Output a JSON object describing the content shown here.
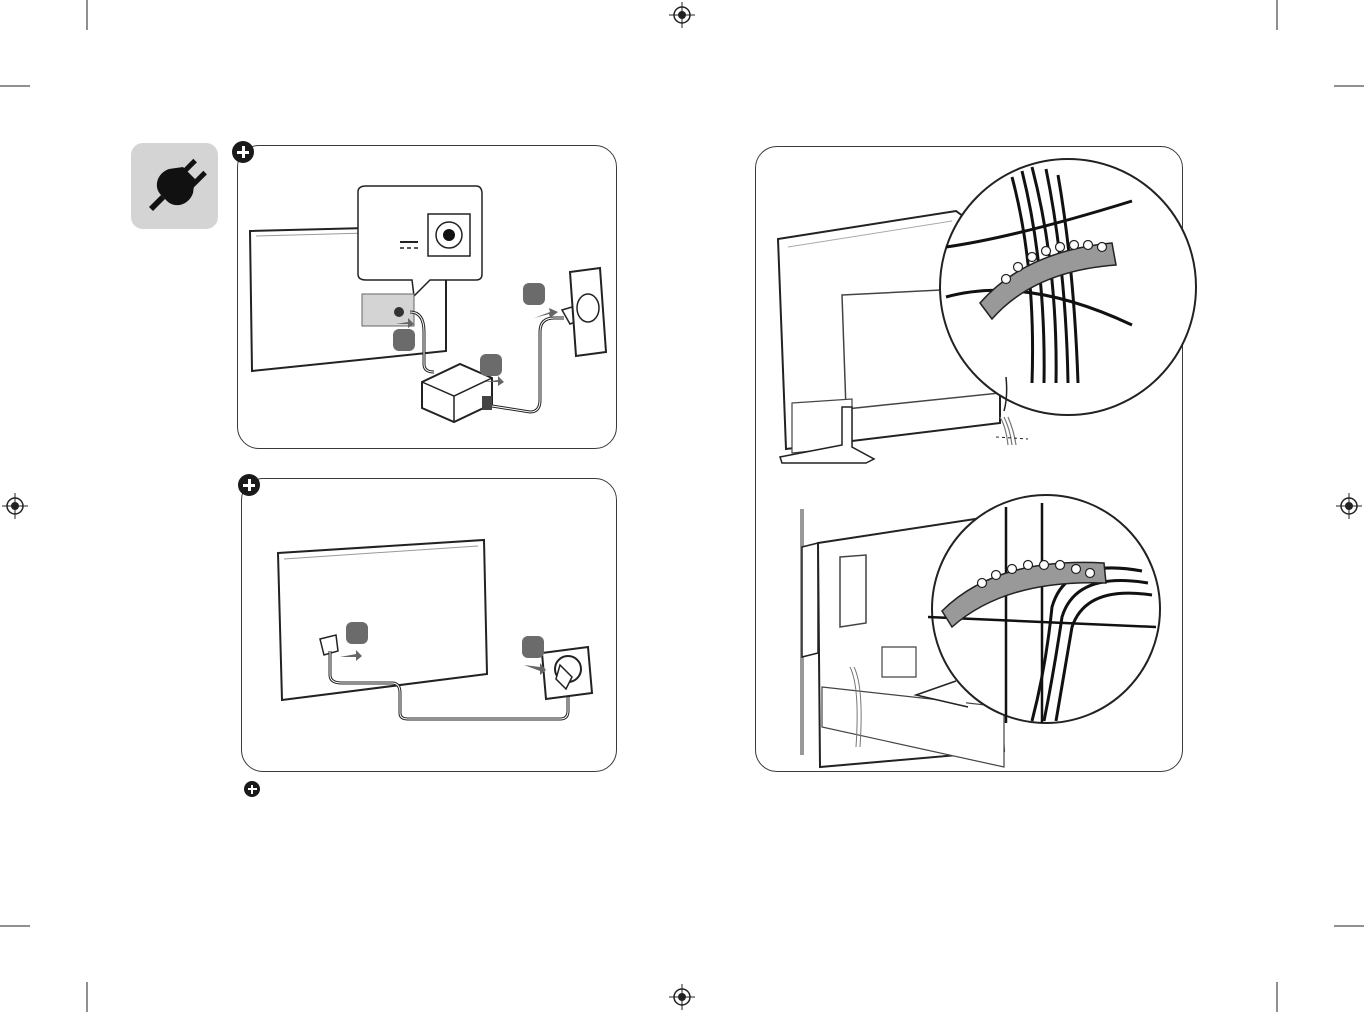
{
  "page": {
    "section_icon": "power-plug-icon",
    "note_icon": "plus-circle-icon"
  },
  "panels": [
    {
      "id": "adapter-connection",
      "icon": "plus-circle-icon",
      "step_markers": 3
    },
    {
      "id": "direct-power-cord",
      "icon": "plus-circle-icon",
      "step_markers": 2
    },
    {
      "id": "cable-management",
      "icon": "cable-holder-illustration"
    }
  ],
  "footnote": {
    "icon": "plus-circle-icon",
    "text": ""
  },
  "colors": {
    "ink": "#1a1a1a",
    "grey_fill": "#d4d4d4",
    "marker": "#6b6b6b",
    "line": "#3a3a3a"
  }
}
